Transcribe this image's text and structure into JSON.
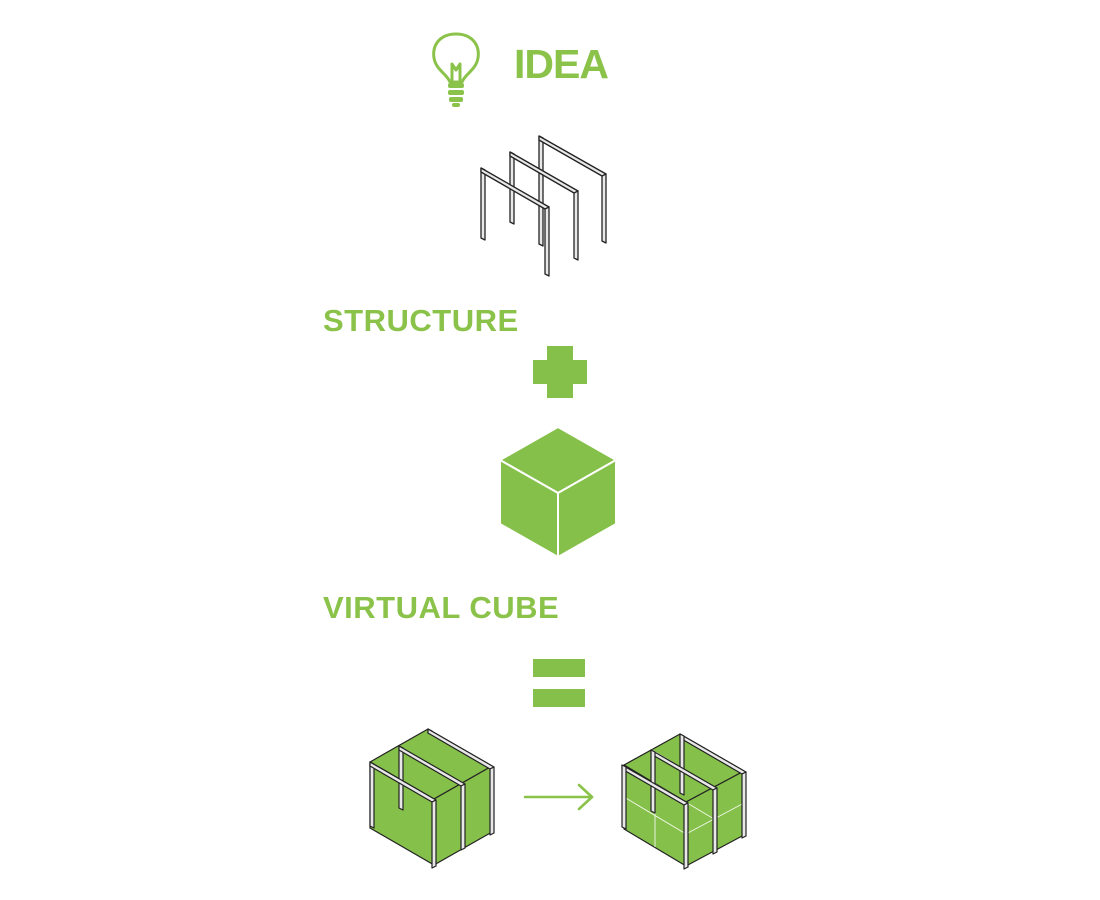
{
  "colors": {
    "accent": "#8bc34a",
    "accent_fill": "#85c04a",
    "frame_fill": "#e8e8e8",
    "frame_stroke": "#222222",
    "white": "#ffffff"
  },
  "header": {
    "title": "IDEA",
    "icon": "lightbulb-icon"
  },
  "steps": {
    "structure_label": "STRUCTURE",
    "operator_plus": "plus-icon",
    "cube_label": "VIRTUAL CUBE",
    "operator_equals": "equals-icon",
    "result_arrow": "arrow-right-icon"
  }
}
